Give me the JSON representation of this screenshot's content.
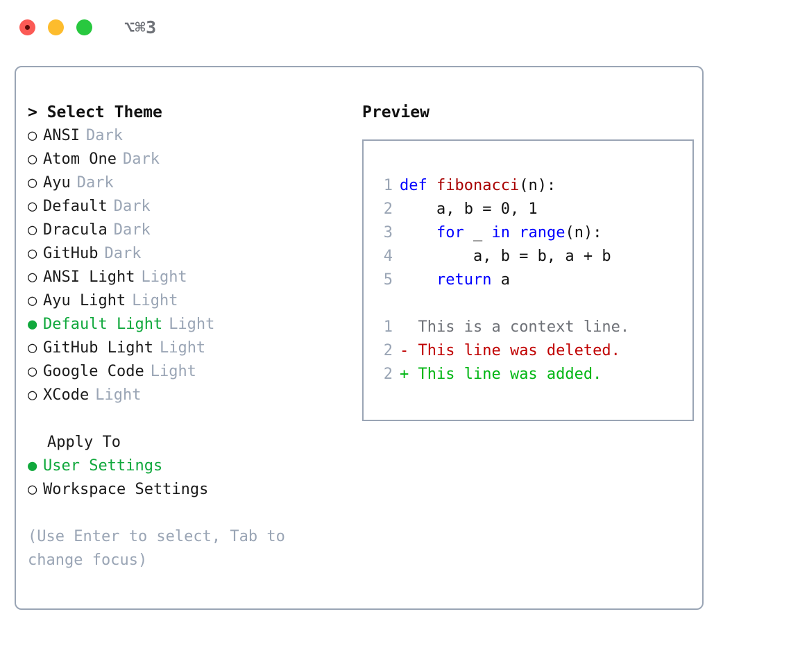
{
  "window": {
    "title": "⌥⌘3",
    "traffic_lights": [
      {
        "name": "close",
        "color": "#FB5A55"
      },
      {
        "name": "minimize",
        "color": "#FDBC2D"
      },
      {
        "name": "maximize",
        "color": "#28C83F"
      }
    ],
    "border_color": "#9AA5B5"
  },
  "theme_panel": {
    "heading": "> Select Theme",
    "caret": ">",
    "heading_label": "Select Theme",
    "selected_marker": "●",
    "unselected_marker": "○",
    "accent_color": "#10A83C",
    "muted_color": "#9AA5B5",
    "items": [
      {
        "marker": "○",
        "label": "ANSI",
        "kind": "Dark",
        "selected": false
      },
      {
        "marker": "○",
        "label": "Atom One",
        "kind": "Dark",
        "selected": false
      },
      {
        "marker": "○",
        "label": "Ayu",
        "kind": "Dark",
        "selected": false
      },
      {
        "marker": "○",
        "label": "Default",
        "kind": "Dark",
        "selected": false
      },
      {
        "marker": "○",
        "label": "Dracula",
        "kind": "Dark",
        "selected": false
      },
      {
        "marker": "○",
        "label": "GitHub",
        "kind": "Dark",
        "selected": false
      },
      {
        "marker": "○",
        "label": "ANSI Light",
        "kind": "Light",
        "selected": false
      },
      {
        "marker": "○",
        "label": "Ayu Light",
        "kind": "Light",
        "selected": false
      },
      {
        "marker": "●",
        "label": "Default Light",
        "kind": "Light",
        "selected": true
      },
      {
        "marker": "○",
        "label": "GitHub Light",
        "kind": "Light",
        "selected": false
      },
      {
        "marker": "○",
        "label": "Google Code",
        "kind": "Light",
        "selected": false
      },
      {
        "marker": "○",
        "label": "XCode",
        "kind": "Light",
        "selected": false
      }
    ]
  },
  "apply_to": {
    "heading": "Apply To",
    "items": [
      {
        "marker": "●",
        "label": "User Settings",
        "selected": true
      },
      {
        "marker": "○",
        "label": "Workspace Settings",
        "selected": false
      }
    ]
  },
  "hint": "(Use Enter to select, Tab to change focus)",
  "preview": {
    "title": "Preview",
    "code_lines": [
      {
        "lineno": "1",
        "tokens": [
          {
            "t": "def ",
            "c": "kw"
          },
          {
            "t": "fibonacci",
            "c": "fn"
          },
          {
            "t": "(n):",
            "c": "pl"
          }
        ]
      },
      {
        "lineno": "2",
        "tokens": [
          {
            "t": "    a, b = 0, 1",
            "c": "pl"
          }
        ]
      },
      {
        "lineno": "3",
        "tokens": [
          {
            "t": "    ",
            "c": "pl"
          },
          {
            "t": "for",
            "c": "kw"
          },
          {
            "t": " _ ",
            "c": "pl"
          },
          {
            "t": "in",
            "c": "kw"
          },
          {
            "t": " ",
            "c": "pl"
          },
          {
            "t": "range",
            "c": "kw"
          },
          {
            "t": "(n):",
            "c": "pl"
          }
        ]
      },
      {
        "lineno": "4",
        "tokens": [
          {
            "t": "        a, b = b, a + b",
            "c": "pl"
          }
        ]
      },
      {
        "lineno": "5",
        "tokens": [
          {
            "t": "    ",
            "c": "pl"
          },
          {
            "t": "return",
            "c": "kw"
          },
          {
            "t": " a",
            "c": "pl"
          }
        ]
      }
    ],
    "diff_lines": [
      {
        "lineno": "1",
        "marker": " ",
        "text": " This is a context line.",
        "kind": "ctx"
      },
      {
        "lineno": "2",
        "marker": "-",
        "text": " This line was deleted.",
        "kind": "del"
      },
      {
        "lineno": "2",
        "marker": "+",
        "text": " This line was added.",
        "kind": "add"
      }
    ],
    "colors": {
      "keyword": "#0000FF",
      "function": "#A80000",
      "plain": "#111111",
      "lineno": "#9AA5B5",
      "diff_context": "#6F7278",
      "diff_deleted": "#C00000",
      "diff_added": "#00B613"
    }
  }
}
